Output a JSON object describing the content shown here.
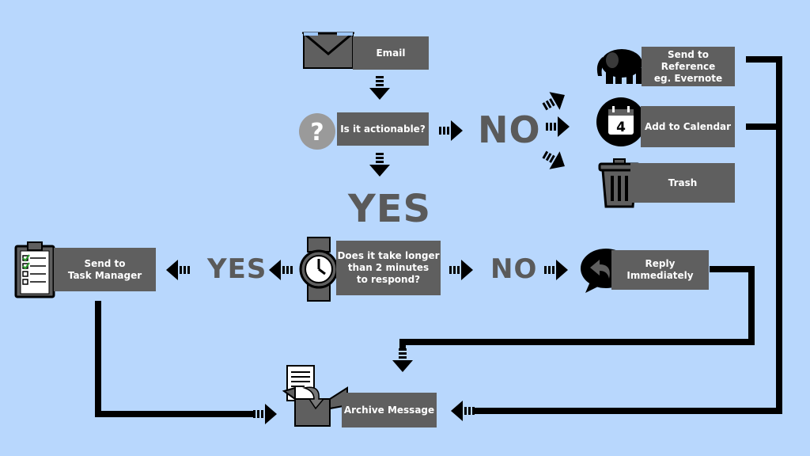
{
  "nodes": {
    "email": "Email",
    "actionable": "Is it actionable?",
    "reference": "Send to Reference\neg. Evernote",
    "calendar": "Add to Calendar",
    "trash": "Trash",
    "longer": "Does it take longer\nthan 2 minutes\nto respond?",
    "task_manager": "Send to\nTask Manager",
    "reply": "Reply\nImmediately",
    "archive": "Archive Message"
  },
  "labels": {
    "no_top": "NO",
    "yes_mid": "YES",
    "yes_left": "YES",
    "no_right": "NO"
  },
  "calendar_day": "4",
  "colors": {
    "background": "#b8d7fd",
    "box": "#5f5f5f",
    "arrow": "#000000",
    "label": "#5a5a5a"
  },
  "icons": [
    "envelope-icon",
    "question-icon",
    "elephant-icon",
    "calendar-icon",
    "trash-can-icon",
    "watch-icon",
    "clipboard-icon",
    "reply-bubble-icon",
    "archive-box-icon"
  ]
}
